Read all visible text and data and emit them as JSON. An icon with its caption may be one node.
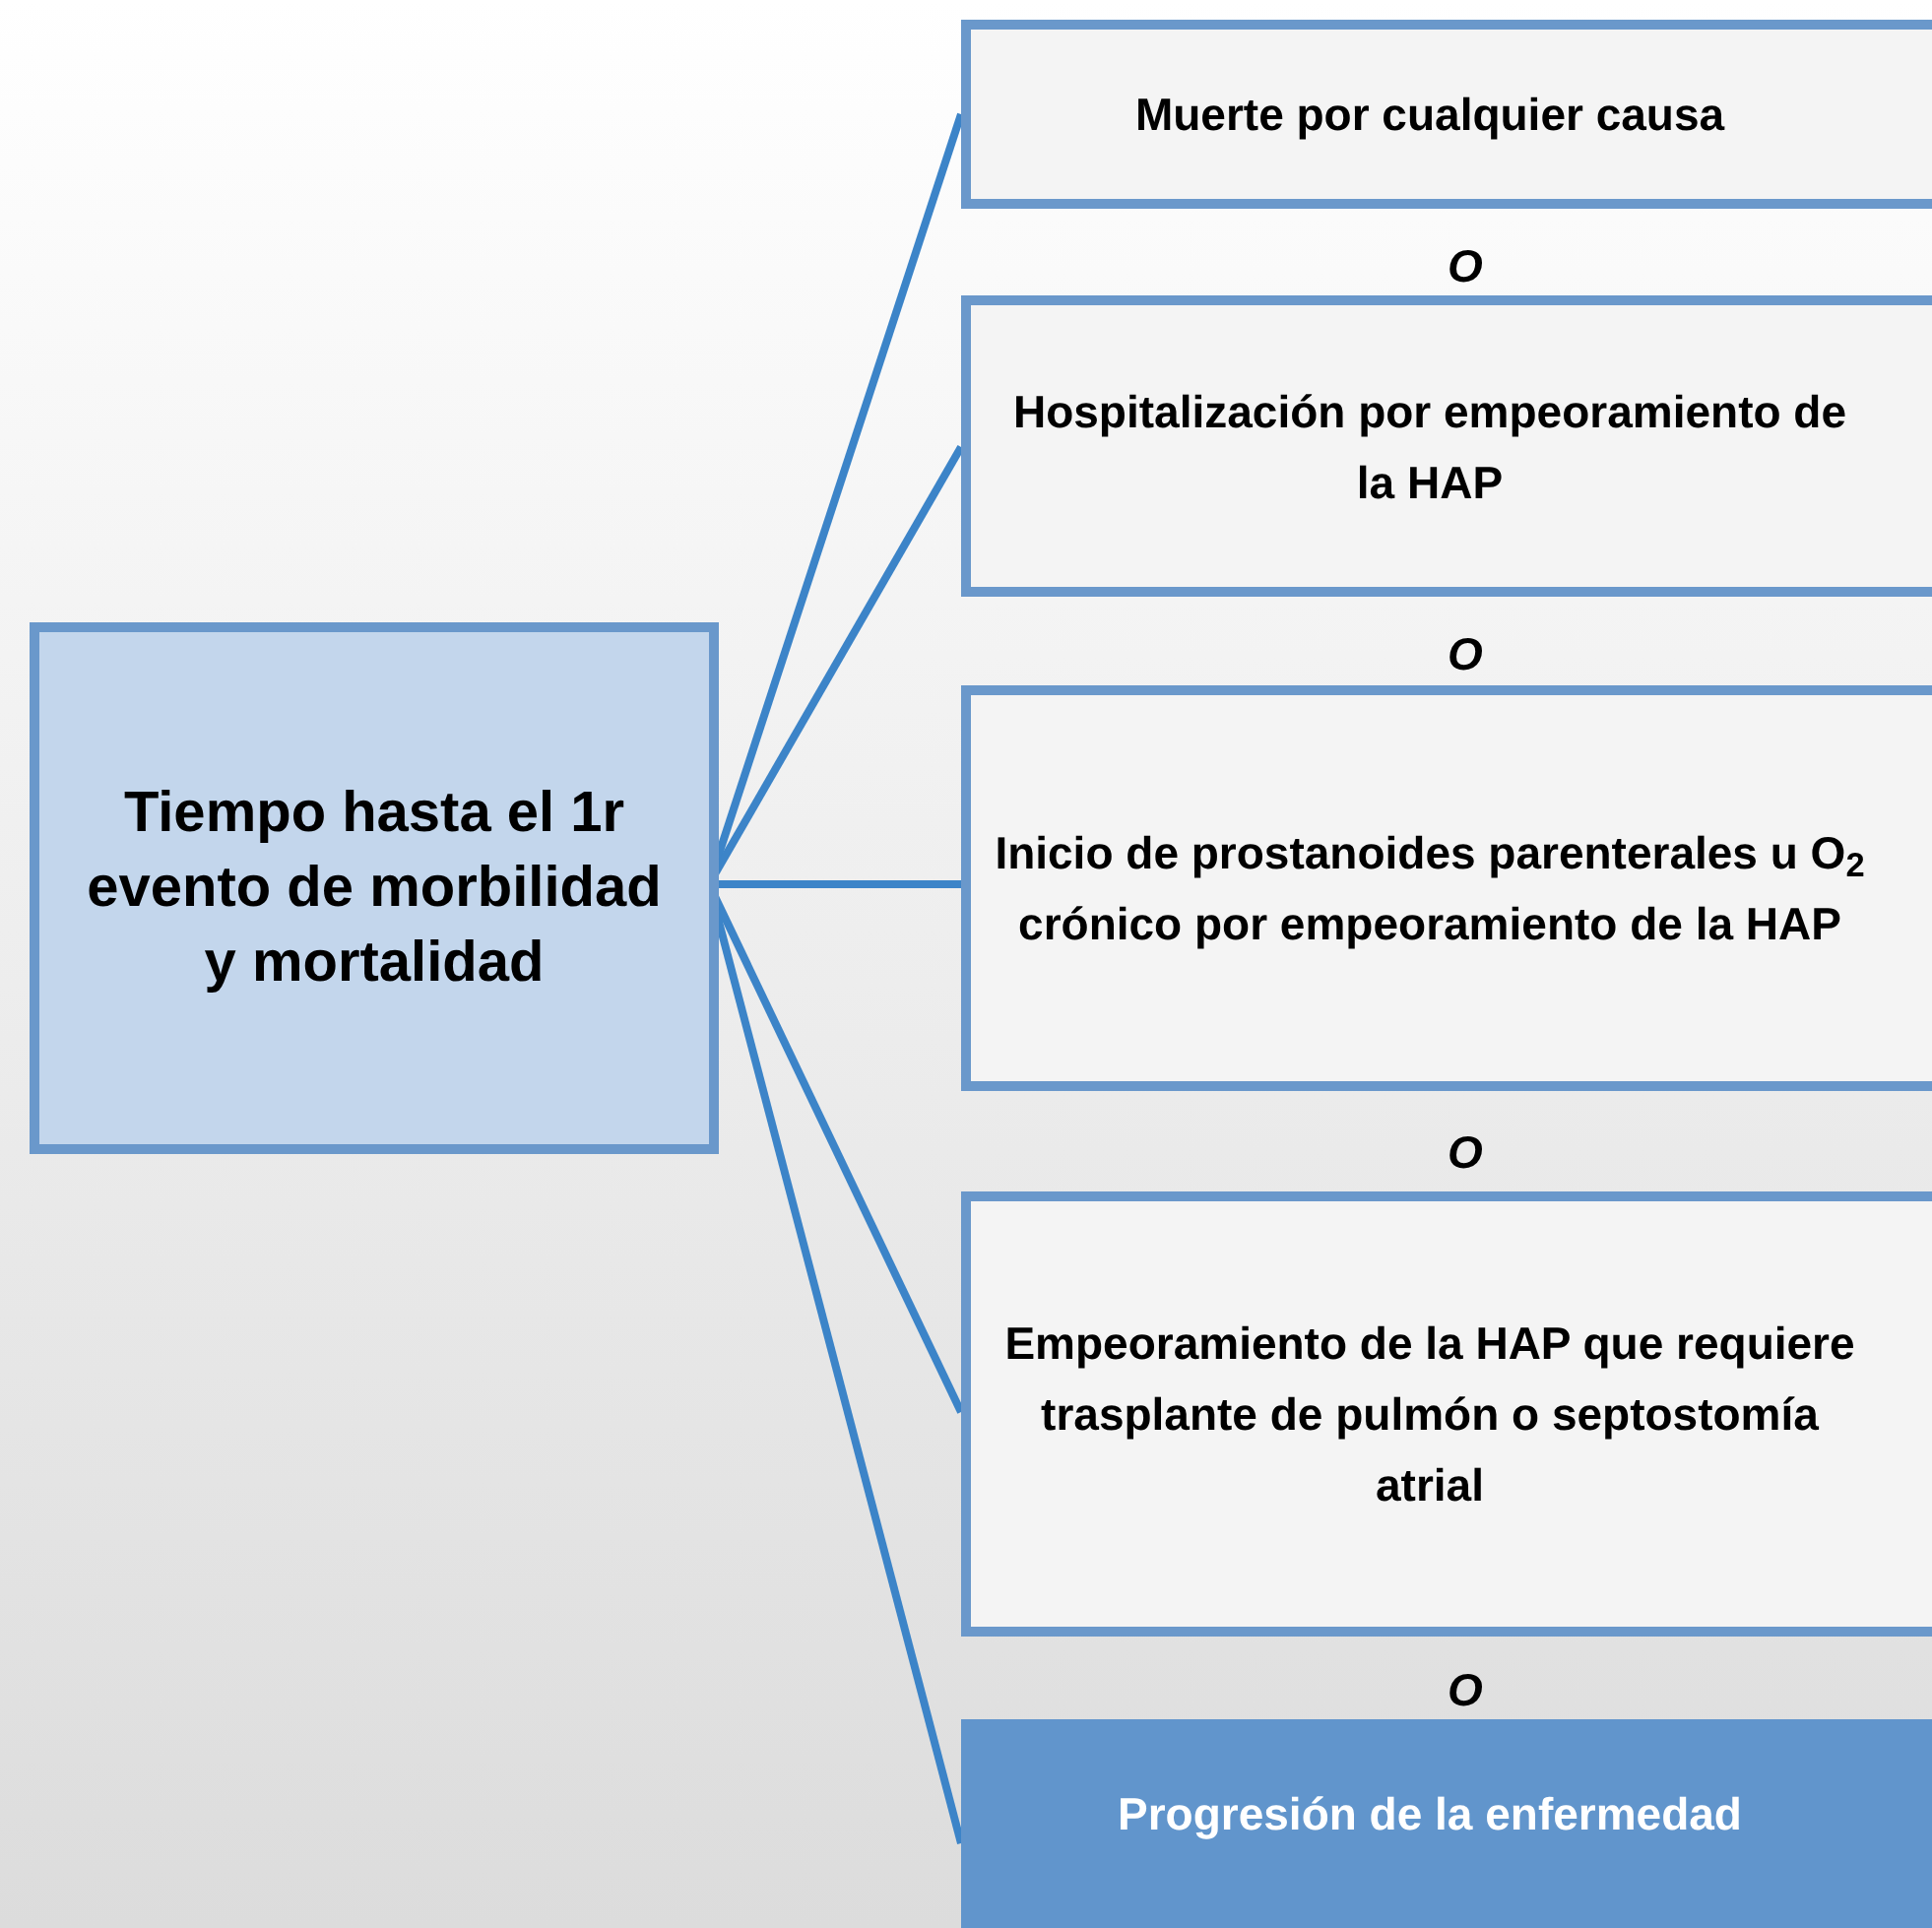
{
  "diagram": {
    "nodes": [
      {
        "text": [
          "Tiempo hasta el 1r evento de morbilidad y mortalidad"
        ]
      },
      {
        "text": [
          "Muerte por cualquier causa"
        ]
      },
      {
        "text": [
          "Hospitalización por empeoramiento de la HAP"
        ]
      },
      {
        "text": [
          "Inicio de prostanoides parenterales u O$_{2}$ crónico por empeoramiento de la HAP"
        ]
      },
      {
        "text": [
          "Empeoramiento de la HAP que requiere trasplante de pulmón o septostomía atrial"
        ]
      },
      {
        "text": [
          "Progresión de la enfermedad"
        ]
      }
    ],
    "edges": [
      {
        "from": 0,
        "to": 1,
        "arrow": "none"
      },
      {
        "from": 0,
        "to": 2,
        "arrow": "none"
      },
      {
        "from": 0,
        "to": 3,
        "arrow": "none"
      },
      {
        "from": 0,
        "to": 4,
        "arrow": "none"
      },
      {
        "from": 0,
        "to": 5,
        "arrow": "none"
      }
    ],
    "labels": [
      "O",
      "O",
      "O",
      "O"
    ]
  }
}
